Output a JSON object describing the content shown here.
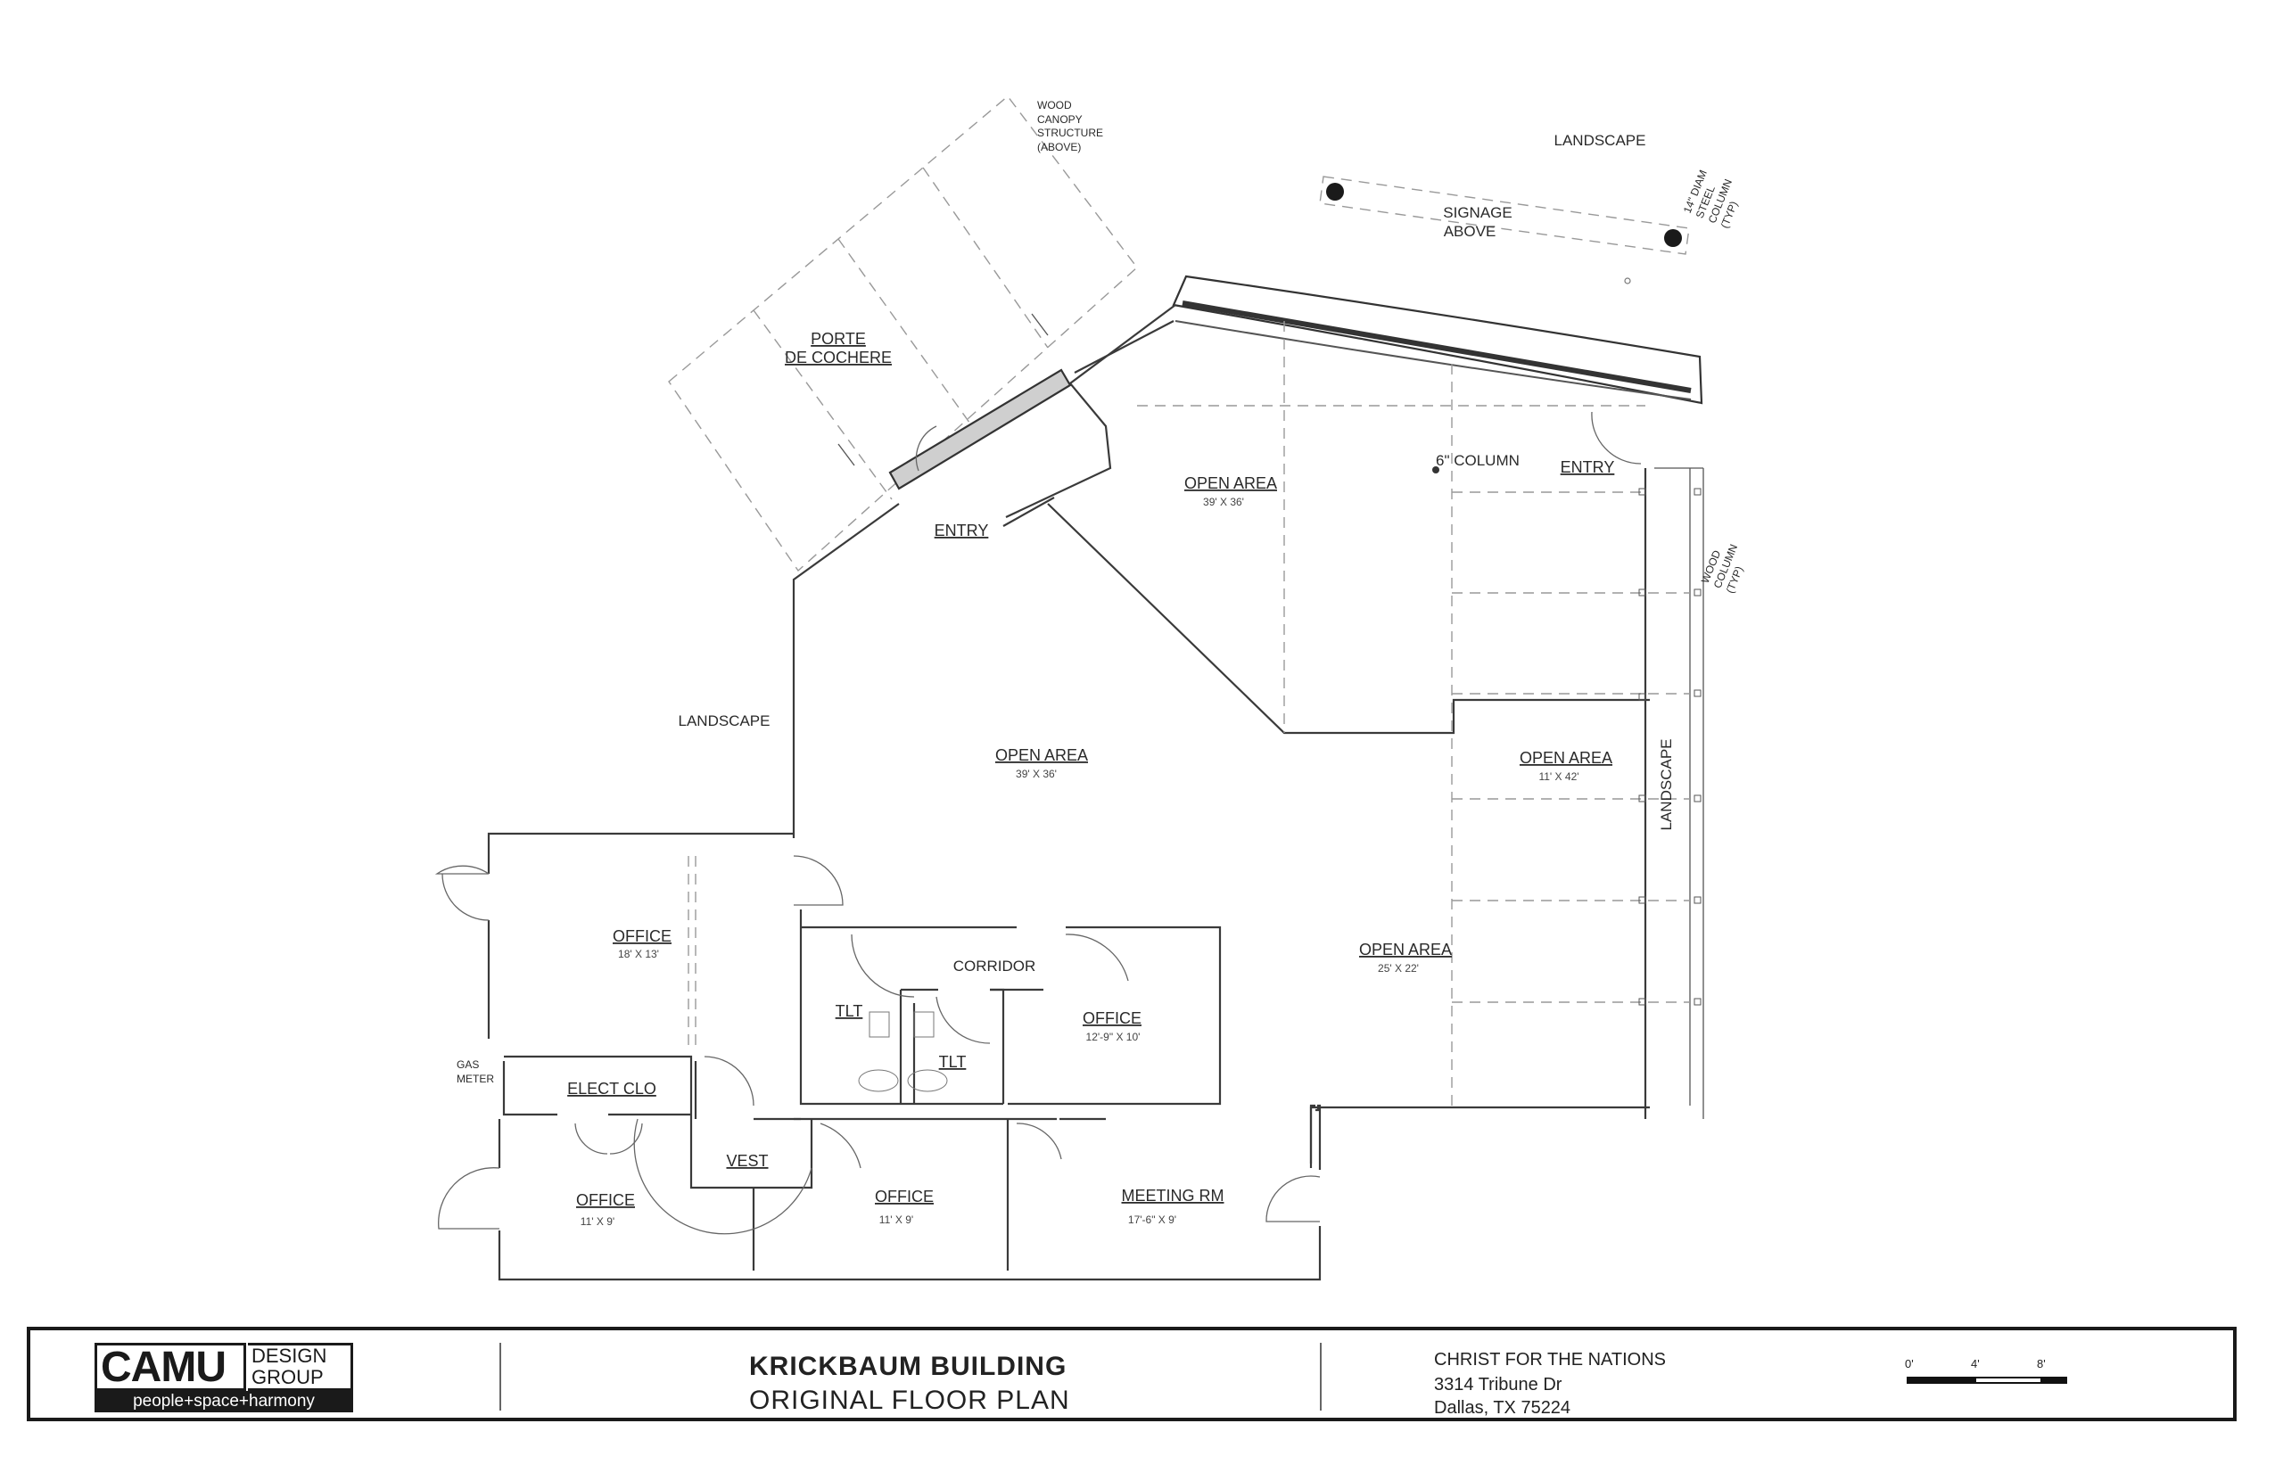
{
  "rooms": {
    "porte": [
      "PORTE",
      "DE COCHERE"
    ],
    "entry_left": "ENTRY",
    "entry_right": "ENTRY",
    "open_area_top": {
      "name": "OPEN AREA",
      "dim": "39' X 36'"
    },
    "open_area_main": {
      "name": "OPEN AREA",
      "dim": "39' X 36'"
    },
    "open_area_right": {
      "name": "OPEN AREA",
      "dim": "11' X 42'"
    },
    "open_area_lower": {
      "name": "OPEN AREA",
      "dim": "25' X 22'"
    },
    "office_left": {
      "name": "OFFICE",
      "dim": "18' X 13'"
    },
    "corridor": "CORRIDOR",
    "tlt1": "TLT",
    "tlt2": "TLT",
    "office_mid": {
      "name": "OFFICE",
      "dim": "12'-9\" X 10'"
    },
    "elect_clo": "ELECT CLO",
    "vest": "VEST",
    "office_bl": {
      "name": "OFFICE",
      "dim": "11' X 9'"
    },
    "office_bm": {
      "name": "OFFICE",
      "dim": "11' X 9'"
    },
    "meeting": {
      "name": "MEETING RM",
      "dim": "17'-6\" X 9'"
    }
  },
  "notes": {
    "landscape_top": "LANDSCAPE",
    "landscape_left": "LANDSCAPE",
    "landscape_right": "LANDSCAPE",
    "signage": [
      "SIGNAGE",
      "ABOVE"
    ],
    "canopy": [
      "WOOD",
      "CANOPY",
      "STRUCTURE",
      "(ABOVE)"
    ],
    "steel_column": [
      "14\" DIAM",
      "STEEL",
      "COLUMN",
      "(TYP)"
    ],
    "wood_column": [
      "WOOD",
      "COLUMN",
      "(TYP)"
    ],
    "column_6": "6\" COLUMN",
    "gas_meter": [
      "GAS",
      "METER"
    ]
  },
  "titleblock": {
    "logo_main": "CAMU",
    "logo_design": "DESIGN",
    "logo_group": "GROUP",
    "logo_tagline": "people+space+harmony",
    "title": "KRICKBAUM BUILDING",
    "subtitle": "ORIGINAL FLOOR PLAN",
    "client": "CHRIST FOR THE NATIONS",
    "address1": "3314 Tribune Dr",
    "address2": "Dallas, TX 75224",
    "scale_ticks": [
      "0'",
      "4'",
      "8'"
    ]
  }
}
